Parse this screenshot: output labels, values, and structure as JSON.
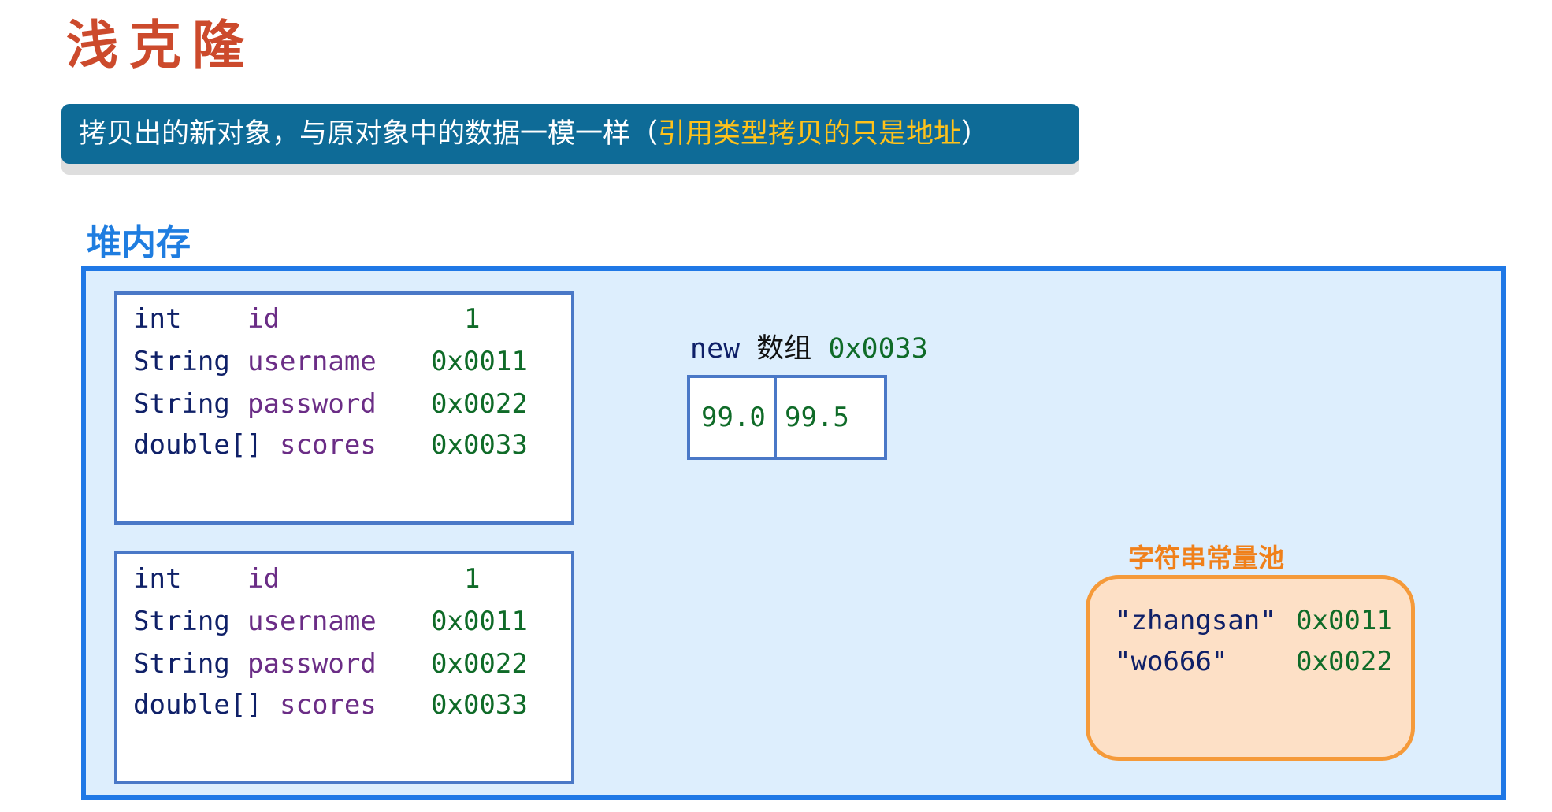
{
  "title": "浅克隆",
  "banner": {
    "text_main": "拷贝出的新对象，与原对象中的数据一模一样（",
    "text_highlight": "引用类型拷贝的只是地址",
    "text_end": "）"
  },
  "heap": {
    "label": "堆内存",
    "objects": [
      {
        "rows": [
          {
            "type": "int",
            "name": "id",
            "value": "1"
          },
          {
            "type": "String",
            "name": "username",
            "value": "0x0011"
          },
          {
            "type": "String",
            "name": "password",
            "value": "0x0022"
          },
          {
            "type": "double[]",
            "name": "scores",
            "value": "0x0033"
          }
        ]
      },
      {
        "rows": [
          {
            "type": "int",
            "name": "id",
            "value": "1"
          },
          {
            "type": "String",
            "name": "username",
            "value": "0x0011"
          },
          {
            "type": "String",
            "name": "password",
            "value": "0x0022"
          },
          {
            "type": "double[]",
            "name": "scores",
            "value": "0x0033"
          }
        ]
      }
    ],
    "array": {
      "keyword": "new",
      "label": "数组",
      "address": "0x0033",
      "cells": [
        "99.0",
        "99.5"
      ]
    },
    "string_pool": {
      "label": "字符串常量池",
      "entries": [
        {
          "value": "\"zhangsan\"",
          "address": "0x0011"
        },
        {
          "value": "\"wo666\"",
          "address": "0x0022"
        }
      ]
    }
  },
  "colors": {
    "title": "#cc4a2c",
    "banner_bg": "#0e6b97",
    "banner_highlight": "#ffc21a",
    "heap_border": "#1f78e6",
    "heap_bg": "#ddeefd",
    "pool_border": "#f59a3a",
    "pool_bg": "#fde0c6"
  }
}
